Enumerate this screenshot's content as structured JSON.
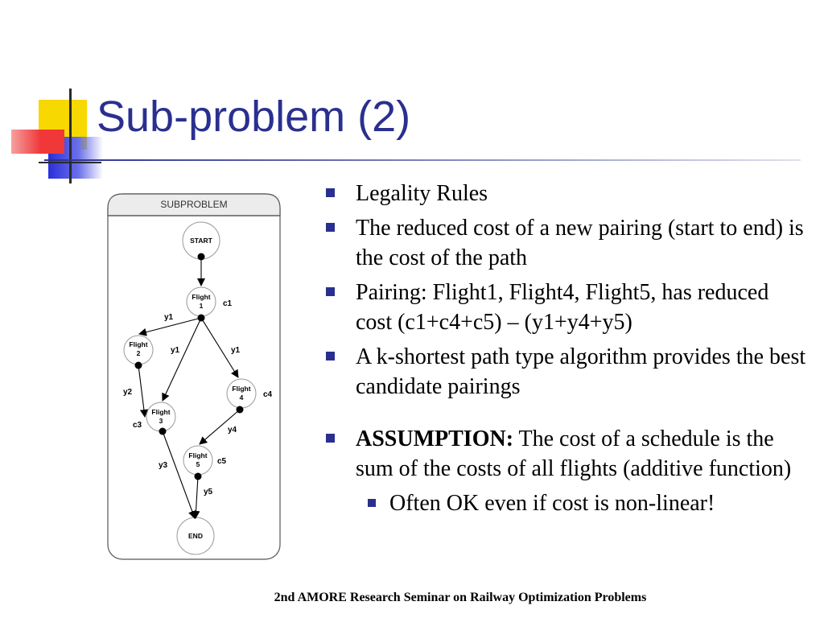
{
  "title": "Sub-problem (2)",
  "bullets": [
    "Legality Rules",
    "The reduced cost of a new pairing (start to end) is the cost of the path",
    "Pairing: Flight1, Flight4, Flight5, has reduced cost (c1+c4+c5) – (y1+y4+y5)",
    "A k-shortest path type algorithm provides the best candidate pairings"
  ],
  "assumption": {
    "bold": "ASSUMPTION:",
    "text": " The cost of a schedule is the sum of the costs of all flights (additive function)"
  },
  "sub_bullet": "Often OK even if cost is non-linear!",
  "footer": "2nd AMORE Research Seminar on Railway Optimization Problems",
  "diagram": {
    "header": "SUBPROBLEM",
    "nodes": {
      "start": "START",
      "flight1": [
        "Flight",
        "1"
      ],
      "flight2": [
        "Flight",
        "2"
      ],
      "flight3": [
        "Flight",
        "3"
      ],
      "flight4": [
        "Flight",
        "4"
      ],
      "flight5": [
        "Flight",
        "5"
      ],
      "end": "END"
    },
    "costs": {
      "c1": "c1",
      "c3": "c3",
      "c4": "c4",
      "c5": "c5"
    },
    "duals": {
      "y1_a": "y1",
      "y1_b": "y1",
      "y1_c": "y1",
      "y2": "y2",
      "y3": "y3",
      "y4": "y4",
      "y5": "y5"
    }
  },
  "colors": {
    "accent": "#2a2f8f",
    "deco_yellow": "#f5d400",
    "deco_red": "#f04040",
    "deco_blue": "#2a2fd8"
  }
}
